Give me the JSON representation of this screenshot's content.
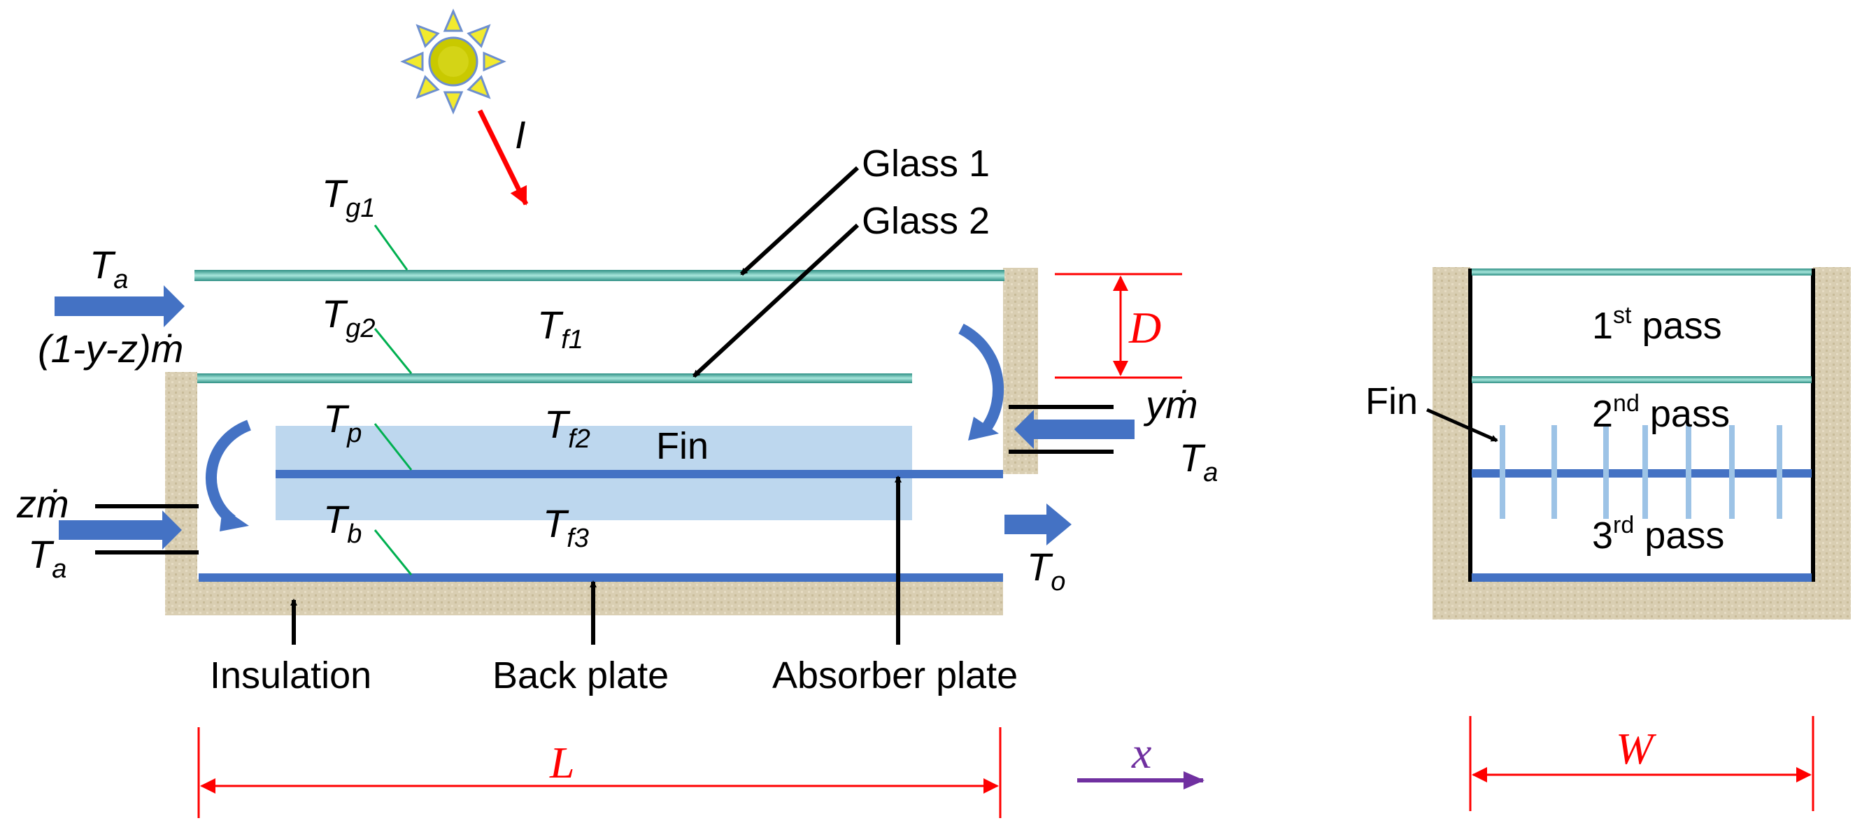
{
  "colors": {
    "glass": "#4fb5a8",
    "plate": "#4472c4",
    "fin": "#bdd7ee",
    "insulation": "#d9ceb2",
    "dimension": "#ff0000",
    "sun": "#c8c800",
    "leader": "#00b050",
    "axis": "#7030a0"
  },
  "icons": {
    "sun": "sun-icon"
  },
  "labels": {
    "radiation": "I",
    "glass1": "Glass 1",
    "glass2": "Glass 2",
    "fin": "Fin",
    "fin_side": "Fin",
    "insulation": "Insulation",
    "back_plate": "Back plate",
    "absorber_plate": "Absorber plate"
  },
  "temperatures": {
    "g1": {
      "base": "T",
      "sub": "g1"
    },
    "g2": {
      "base": "T",
      "sub": "g2"
    },
    "p": {
      "base": "T",
      "sub": "p"
    },
    "b": {
      "base": "T",
      "sub": "b"
    },
    "f1": {
      "base": "T",
      "sub": "f1"
    },
    "f2": {
      "base": "T",
      "sub": "f2"
    },
    "f3": {
      "base": "T",
      "sub": "f3"
    },
    "o": {
      "base": "T",
      "sub": "o"
    }
  },
  "inlets": {
    "top": {
      "temp_base": "T",
      "temp_sub": "a",
      "flow": "(1-y-z)ṁ"
    },
    "right": {
      "temp_base": "T",
      "temp_sub": "a",
      "flow": "yṁ"
    },
    "left": {
      "temp_base": "T",
      "temp_sub": "a",
      "flow": "zṁ"
    }
  },
  "dimensions": {
    "depth": "D",
    "length": "L",
    "width": "W",
    "axis": "x"
  },
  "passes": [
    {
      "num": "1",
      "sup": "st",
      "text": " pass"
    },
    {
      "num": "2",
      "sup": "nd",
      "text": " pass"
    },
    {
      "num": "3",
      "sup": "rd",
      "text": " pass"
    }
  ]
}
